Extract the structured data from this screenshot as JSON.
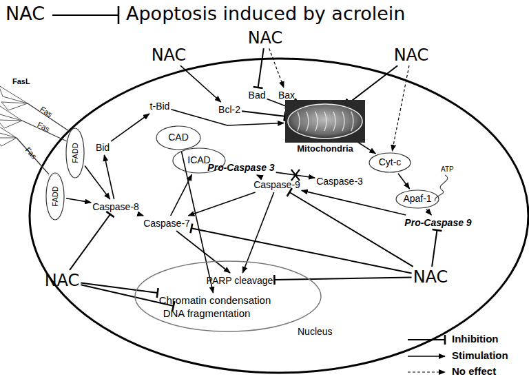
{
  "diagram": {
    "title": "Apoptosis induced by acrolein",
    "nodes": [
      {
        "text": [
          "NAC"
        ]
      },
      {
        "text": [
          "NAC"
        ]
      },
      {
        "text": [
          "NAC"
        ]
      },
      {
        "text": [
          "Bad"
        ]
      },
      {
        "text": [
          "Bax"
        ]
      },
      {
        "text": [
          "t-Bid"
        ]
      },
      {
        "text": [
          "Bcl-2"
        ]
      },
      {
        "text": [
          "Mitochondria"
        ]
      },
      {
        "text": [
          "Bid"
        ]
      },
      {
        "text": [
          "CAD"
        ]
      },
      {
        "text": [
          "FADD"
        ]
      },
      {
        "text": [
          "ICAD"
        ]
      },
      {
        "text": [
          "Cyt-c"
        ]
      },
      {
        "text": [
          "Pro-Caspase 3"
        ]
      },
      {
        "text": [
          "Caspase-3"
        ]
      },
      {
        "text": [
          "Caspase-9"
        ]
      },
      {
        "text": [
          "FADD"
        ]
      },
      {
        "text": [
          "Apaf-1"
        ]
      },
      {
        "text": [
          "Caspase-8"
        ]
      },
      {
        "text": [
          "Pro-Caspase 9"
        ]
      },
      {
        "text": [
          "Caspase-7"
        ]
      },
      {
        "text": [
          "Nucleus"
        ]
      },
      {
        "text": [
          "PARP cleavage"
        ],
        "in": 21
      },
      {
        "text": [
          "Chromatin condensation"
        ],
        "in": 21
      },
      {
        "text": [
          "DNA fragmentation"
        ],
        "in": 21
      },
      {
        "text": [
          "NAC"
        ]
      },
      {
        "text": [
          "NAC"
        ]
      }
    ],
    "edges": [
      {
        "from": 0,
        "to": 6,
        "arrow": "to"
      },
      {
        "from": 1,
        "to": 3,
        "arrow": "to"
      },
      {
        "from": 1,
        "to": 4,
        "arrow": "to"
      },
      {
        "from": 2,
        "to": 7,
        "arrow": "to"
      },
      {
        "from": 2,
        "to": 12,
        "arrow": "to"
      },
      {
        "from": 3,
        "to": 7,
        "arrow": "to"
      },
      {
        "from": 4,
        "to": 7,
        "arrow": "to"
      },
      {
        "from": 6,
        "to": 7,
        "arrow": "to"
      },
      {
        "from": 5,
        "to": 7,
        "arrow": "to"
      },
      {
        "from": 8,
        "to": 5,
        "arrow": "to"
      },
      {
        "from": 18,
        "to": 8,
        "arrow": "to"
      },
      {
        "from": 10,
        "to": 18,
        "arrow": "to"
      },
      {
        "from": 16,
        "to": 18,
        "arrow": "to"
      },
      {
        "from": 7,
        "to": 12,
        "arrow": "to"
      },
      {
        "from": 12,
        "to": 17,
        "arrow": "to"
      },
      {
        "from": 17,
        "to": 19,
        "arrow": "to"
      },
      {
        "from": 19,
        "to": 15,
        "arrow": "to"
      },
      {
        "from": 15,
        "to": 13,
        "arrow": "to"
      },
      {
        "from": 13,
        "to": 14,
        "arrow": "to"
      },
      {
        "from": 15,
        "to": 20,
        "arrow": "to"
      },
      {
        "from": 18,
        "to": 20,
        "arrow": "to"
      },
      {
        "from": 20,
        "to": 11,
        "arrow": "to"
      },
      {
        "from": 9,
        "to": 23,
        "arrow": "to"
      },
      {
        "from": 20,
        "to": 22,
        "arrow": "to"
      },
      {
        "from": 15,
        "to": 22,
        "arrow": "to"
      },
      {
        "from": 25,
        "to": 18,
        "arrow": "to"
      },
      {
        "from": 25,
        "to": 23,
        "arrow": "to"
      },
      {
        "from": 25,
        "to": 24,
        "arrow": "to"
      },
      {
        "from": 26,
        "to": 20,
        "arrow": "to"
      },
      {
        "from": 26,
        "to": 15,
        "arrow": "to"
      },
      {
        "from": 26,
        "to": 22,
        "arrow": "to"
      },
      {
        "from": 26,
        "to": 19,
        "arrow": "to"
      }
    ],
    "labels": [
      "NAC",
      "FasL",
      "Fas",
      "Fas",
      "Fas",
      "ATP"
    ],
    "legend": [
      {
        "text": "Inhibition"
      },
      {
        "text": "Stimulation"
      },
      {
        "text": "No effect"
      }
    ]
  }
}
